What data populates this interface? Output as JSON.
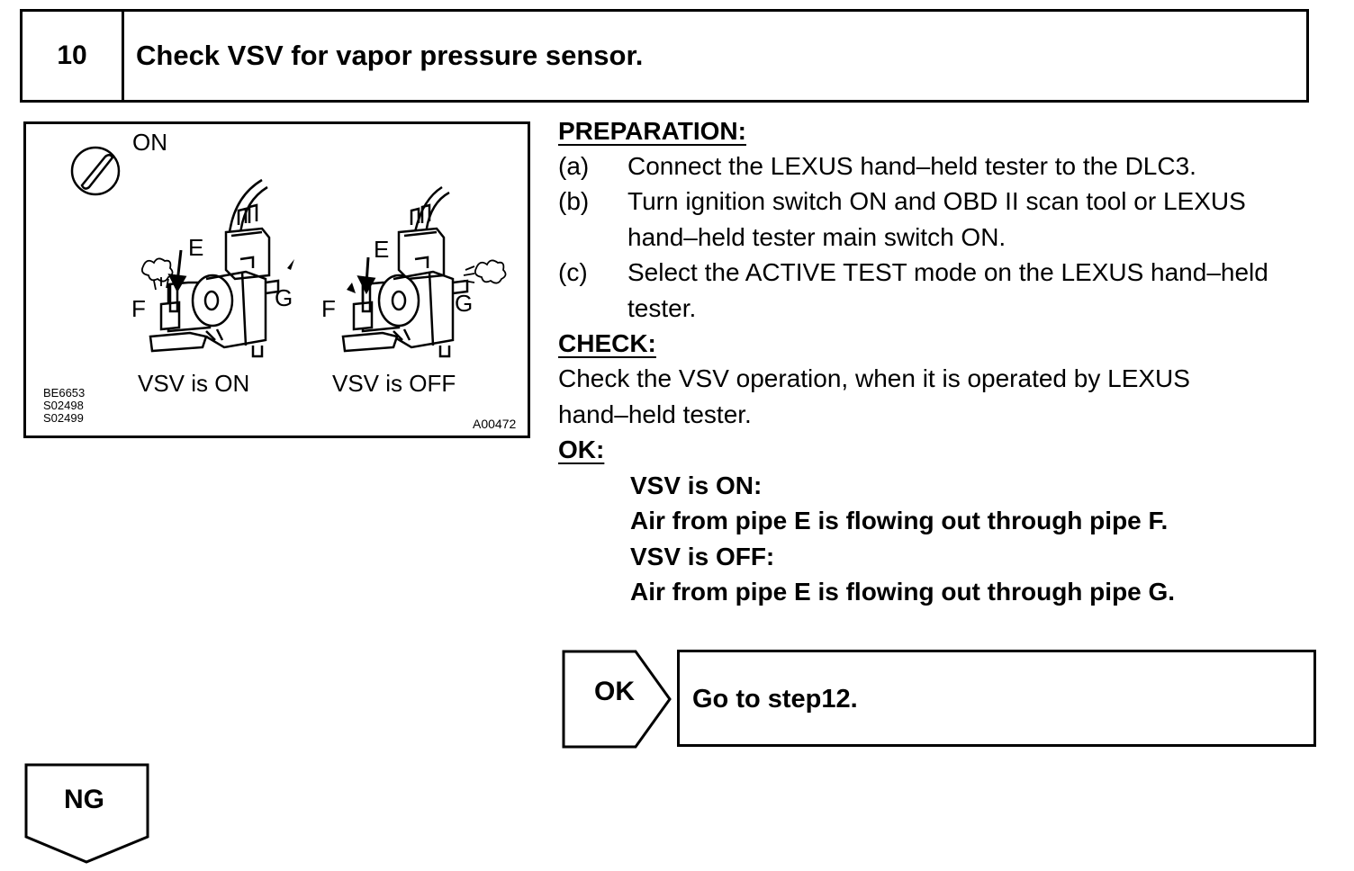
{
  "step": {
    "number": "10",
    "title": "Check VSV for vapor pressure sensor."
  },
  "figure": {
    "ignition_label": "ON",
    "left_caption": "VSV is ON",
    "right_caption": "VSV is OFF",
    "pipe_e": "E",
    "pipe_f": "F",
    "pipe_g": "G",
    "codes": [
      "BE6653",
      "S02498",
      "S02499"
    ],
    "figure_id": "A00472"
  },
  "preparation": {
    "heading": "PREPARATION:",
    "items": [
      {
        "marker": "(a)",
        "lines": [
          "Connect the LEXUS hand–held tester to the DLC3."
        ]
      },
      {
        "marker": "(b)",
        "lines": [
          "Turn ignition switch ON and OBD II scan tool or LEXUS",
          "hand–held tester main switch ON."
        ]
      },
      {
        "marker": "(c)",
        "lines": [
          "Select the ACTIVE TEST mode on the LEXUS hand–held",
          "tester."
        ]
      }
    ]
  },
  "check": {
    "heading": "CHECK:",
    "lines": [
      "Check the VSV operation, when it is operated by LEXUS",
      " hand–held tester."
    ]
  },
  "ok_spec": {
    "heading": "OK:",
    "lines": [
      "VSV is ON:",
      "Air from pipe E is flowing out through pipe F.",
      "VSV is OFF:",
      "Air from pipe E is flowing out through pipe G."
    ]
  },
  "result_ok": {
    "label": "OK",
    "action": "Go to step12."
  },
  "result_ng": {
    "label": "NG"
  }
}
